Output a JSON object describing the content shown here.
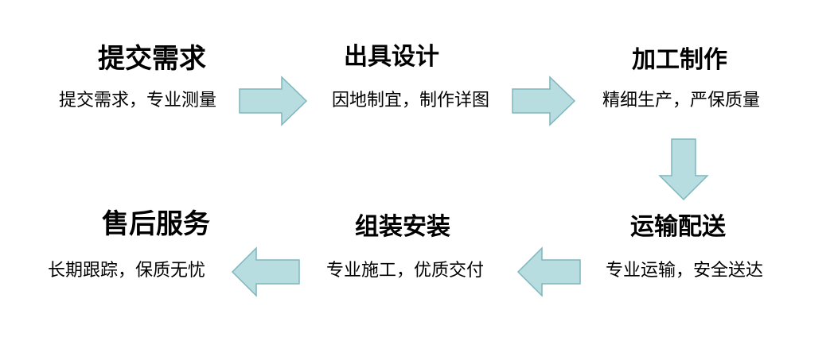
{
  "diagram": {
    "colors": {
      "arrow_fill": "#b7dde0",
      "arrow_stroke": "#7fb6bc",
      "text": "#000000",
      "background": "#ffffff"
    },
    "steps": [
      {
        "title": "提交需求",
        "desc": "提交需求，专业测量"
      },
      {
        "title": "出具设计",
        "desc": "因地制宜，制作详图"
      },
      {
        "title": "加工制作",
        "desc": "精细生产，严保质量"
      },
      {
        "title": "运输配送",
        "desc": "专业运输，安全送达"
      },
      {
        "title": "组装安装",
        "desc": "专业施工，优质交付"
      },
      {
        "title": "售后服务",
        "desc": "长期跟踪，保质无忧"
      }
    ],
    "arrows": [
      {
        "from": 0,
        "to": 1,
        "direction": "right"
      },
      {
        "from": 1,
        "to": 2,
        "direction": "right"
      },
      {
        "from": 2,
        "to": 3,
        "direction": "down"
      },
      {
        "from": 3,
        "to": 4,
        "direction": "left"
      },
      {
        "from": 4,
        "to": 5,
        "direction": "left"
      }
    ]
  }
}
